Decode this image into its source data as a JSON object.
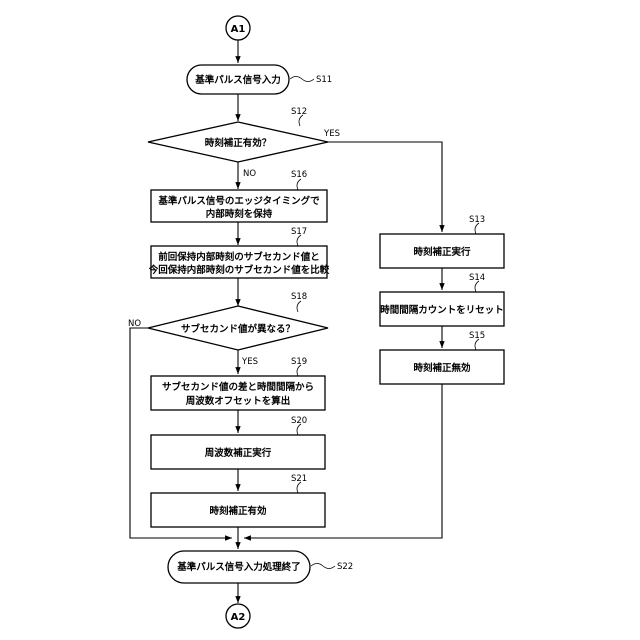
{
  "connectors": {
    "start": "A1",
    "end": "A2"
  },
  "nodes": {
    "input": {
      "lines": [
        "基準パルス信号入力"
      ],
      "step": "S11"
    },
    "dec_correct": {
      "lines": [
        "時刻補正有効？"
      ],
      "step": "S12"
    },
    "hold_edge": {
      "lines": [
        "基準パルス信号のエッジタイミングで",
        "内部時刻を保持"
      ],
      "step": "S16"
    },
    "compare": {
      "lines": [
        "前回保持内部時刻のサブセカンド値と",
        "今回保持内部時刻のサブセカンド値を比較"
      ],
      "step": "S17"
    },
    "dec_differ": {
      "lines": [
        "サブセカンド値が異なる？"
      ],
      "step": "S18"
    },
    "calc_offset": {
      "lines": [
        "サブセカンド値の差と時間間隔から",
        "周波数オフセットを算出"
      ],
      "step": "S19"
    },
    "freq_correct": {
      "lines": [
        "周波数補正実行"
      ],
      "step": "S20"
    },
    "enable": {
      "lines": [
        "時刻補正有効"
      ],
      "step": "S21"
    },
    "time_correct": {
      "lines": [
        "時刻補正実行"
      ],
      "step": "S13"
    },
    "reset_count": {
      "lines": [
        "時間間隔カウントをリセット"
      ],
      "step": "S14"
    },
    "disable": {
      "lines": [
        "時刻補正無効"
      ],
      "step": "S15"
    },
    "finish": {
      "lines": [
        "基準パルス信号入力処理終了"
      ],
      "step": "S22"
    }
  },
  "edge_labels": {
    "s12_yes": "YES",
    "s12_no": "NO",
    "s18_yes": "YES",
    "s18_no": "NO"
  }
}
